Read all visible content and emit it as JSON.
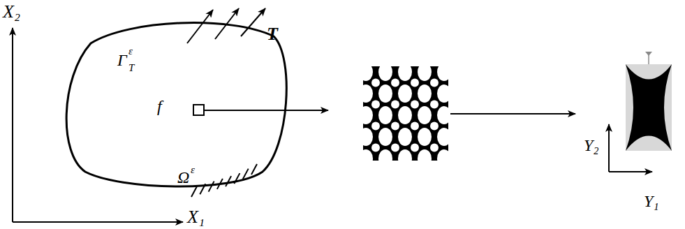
{
  "diagram": {
    "labels": [
      "X₂",
      "X₁",
      "Γ",
      "ε",
      "T",
      "f",
      "Ω",
      "ε",
      "T",
      "Y₂",
      "Y₁"
    ]
  }
}
